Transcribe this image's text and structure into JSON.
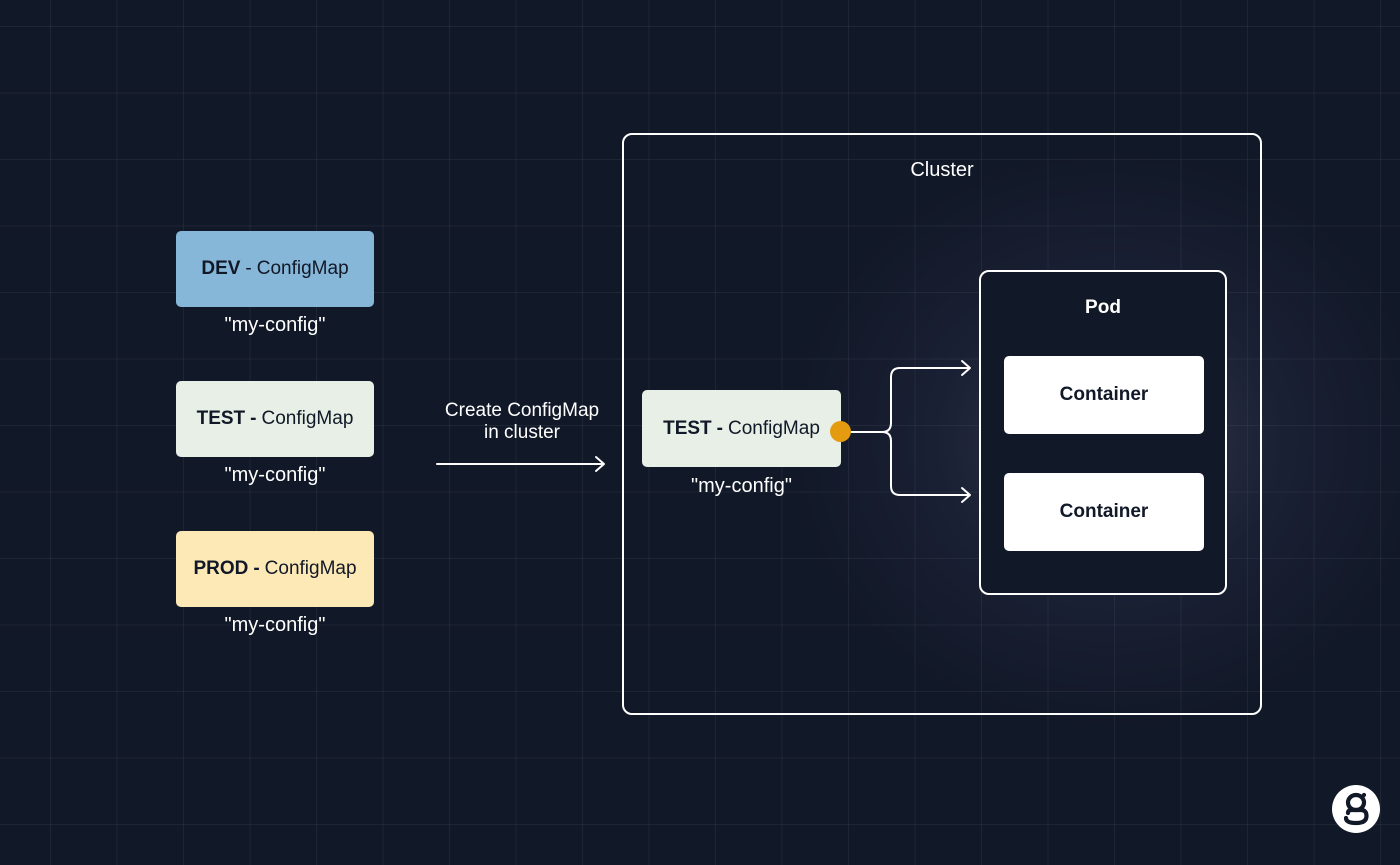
{
  "configmaps": [
    {
      "env": "DEV",
      "separator": "-",
      "kind": "ConfigMap",
      "name": "\"my-config\"",
      "color": "#86b6d8"
    },
    {
      "env": "TEST",
      "separator": "-",
      "kind": "ConfigMap",
      "name": "\"my-config\"",
      "color": "#e7efe6"
    },
    {
      "env": "PROD",
      "separator": "-",
      "kind": "ConfigMap",
      "name": "\"my-config\"",
      "color": "#fde9b6"
    }
  ],
  "create_action": {
    "line1": "Create ConfigMap",
    "line2": "in cluster"
  },
  "cluster": {
    "label": "Cluster",
    "configmap": {
      "env": "TEST",
      "separator": "-",
      "kind": "ConfigMap",
      "name": "\"my-config\""
    },
    "pod": {
      "label": "Pod",
      "containers": [
        "Container",
        "Container"
      ]
    }
  },
  "colors": {
    "background": "#111827",
    "connector_dot": "#e49b0f",
    "border": "#ffffff"
  },
  "icons": {
    "brand_logo": "g-logo-icon"
  }
}
